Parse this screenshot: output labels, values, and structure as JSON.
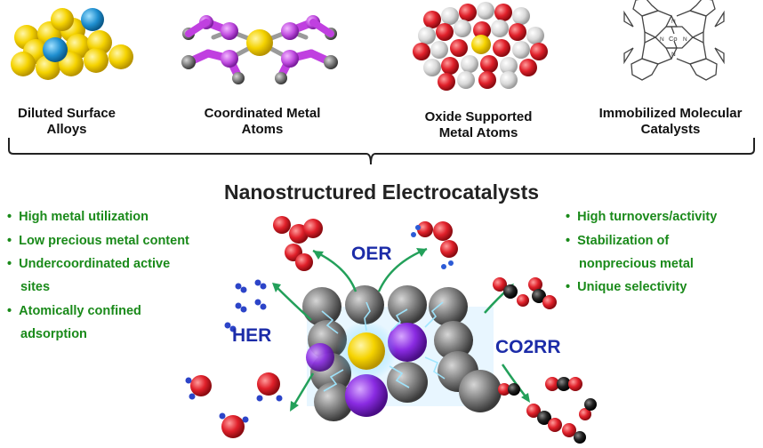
{
  "categories": [
    {
      "line1": "Diluted Surface",
      "line2": "Alloys",
      "icon": "alloy-spheres"
    },
    {
      "line1": "Coordinated Metal",
      "line2": "Atoms",
      "icon": "coordinated-atom-model"
    },
    {
      "line1": "Oxide Supported",
      "line2": "Metal Atoms",
      "icon": "oxide-lattice"
    },
    {
      "line1": "Immobilized Molecular",
      "line2": "Catalysts",
      "icon": "phthalocyanine-structure"
    }
  ],
  "molecule_labels": {
    "center": "Co",
    "n": "N"
  },
  "title": "Nanostructured Electrocatalysts",
  "left_bullets": [
    {
      "lines": [
        "High metal utilization"
      ]
    },
    {
      "lines": [
        "Low precious metal content"
      ]
    },
    {
      "lines": [
        "Undercoordinated active",
        "sites"
      ]
    },
    {
      "lines": [
        "Atomically confined",
        "adsorption"
      ]
    }
  ],
  "right_bullets": [
    {
      "lines": [
        "High turnovers/activity"
      ]
    },
    {
      "lines": [
        "Stabilization of",
        "nonprecious metal"
      ]
    },
    {
      "lines": [
        "Unique selectivity"
      ]
    }
  ],
  "reactions": {
    "oer": "OER",
    "her": "HER",
    "co2rr": "CO2RR"
  },
  "bullet_char": "•",
  "colors": {
    "bullet_text": "#1a8a1a",
    "reaction_text": "#1c2ca8",
    "arrows": "#23a05a",
    "gold": "#f2c200",
    "blue": "#1f8fd0",
    "red": "#e0202a",
    "purple": "#8a2be2"
  }
}
